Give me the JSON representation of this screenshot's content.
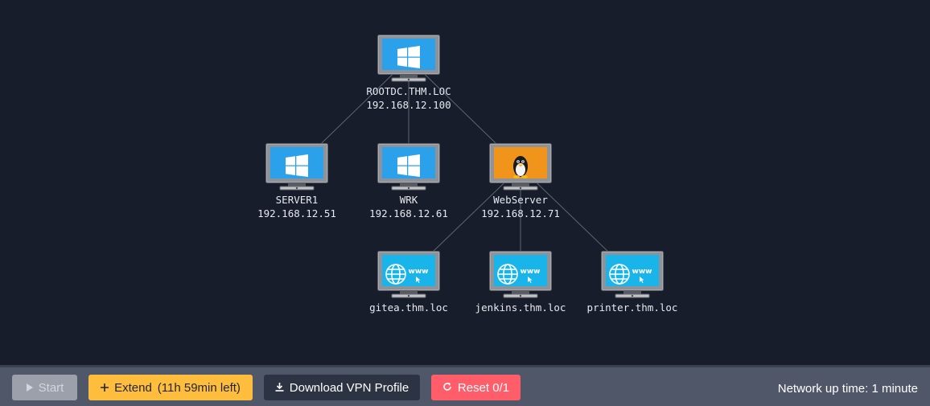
{
  "network": {
    "nodes": [
      {
        "id": "rootdc",
        "hostname": "ROOTDC.THM.LOC",
        "ip": "192.168.12.100",
        "os": "windows"
      },
      {
        "id": "server1",
        "hostname": "SERVER1",
        "ip": "192.168.12.51",
        "os": "windows"
      },
      {
        "id": "wrk",
        "hostname": "WRK",
        "ip": "192.168.12.61",
        "os": "windows"
      },
      {
        "id": "webserver",
        "hostname": "WebServer",
        "ip": "192.168.12.71",
        "os": "linux"
      },
      {
        "id": "gitea",
        "hostname": "gitea.thm.loc",
        "ip": "",
        "os": "www"
      },
      {
        "id": "jenkins",
        "hostname": "jenkins.thm.loc",
        "ip": "",
        "os": "www"
      },
      {
        "id": "printer",
        "hostname": "printer.thm.loc",
        "ip": "",
        "os": "www"
      }
    ],
    "links": [
      [
        "rootdc",
        "server1"
      ],
      [
        "rootdc",
        "wrk"
      ],
      [
        "rootdc",
        "webserver"
      ],
      [
        "webserver",
        "gitea"
      ],
      [
        "webserver",
        "jenkins"
      ],
      [
        "webserver",
        "printer"
      ]
    ]
  },
  "toolbar": {
    "start_label": "Start",
    "extend_label": "Extend",
    "extend_time_left": "(11h 59min left)",
    "vpn_label": "Download VPN Profile",
    "reset_label": "Reset 0/1",
    "uptime_text": "Network up time: 1 minute"
  },
  "colors": {
    "background": "#171d2b",
    "toolbar": "#505768",
    "start_disabled": "#9ca0aa",
    "extend": "#ffbd3d",
    "vpn": "#2c3444",
    "reset": "#ff5d6a",
    "windows_screen": "#2aa1ea",
    "linux_screen": "#f0941c",
    "www_screen": "#18b4ea"
  }
}
